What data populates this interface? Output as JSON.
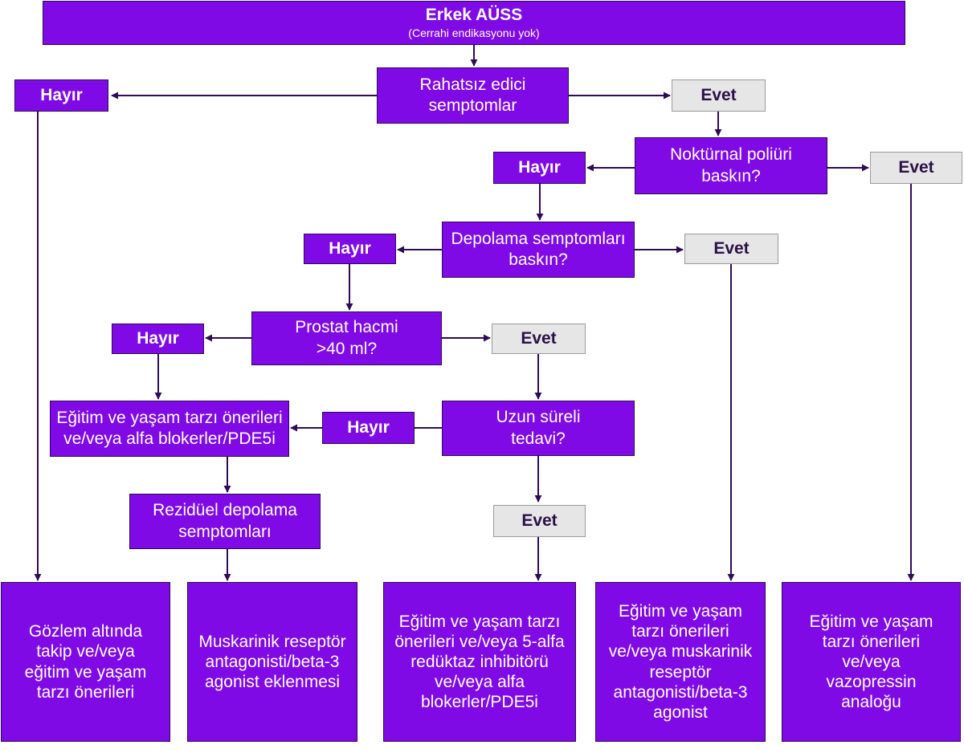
{
  "title": {
    "main": "Erkek AÜSS",
    "sub": "(Cerrahi endikasyonu yok)"
  },
  "questions": {
    "bothersome": "Rahatsız edici semptomlar",
    "nocturnal": "Noktürnal poliüri baskın?",
    "storage": "Depolama semptomları baskın?",
    "prostate": "Prostat hacmi >40 ml?",
    "longterm": "Uzun süreli tedavi?",
    "residual": "Rezidüel depolama semptomları"
  },
  "labels": {
    "no": "Hayır",
    "yes": "Evet"
  },
  "intermediate": {
    "lifestyle_alpha": "Eğitim ve yaşam tarzı önerileri ve/veya alfa blokerler/PDE5i"
  },
  "outcomes": {
    "watchful": "Gözlem altında takip ve/veya eğitim ve yaşam tarzı önerileri",
    "add_antimuscarinic": "Muskarinik reseptör antagonisti/beta-3 agonist eklenmesi",
    "five_alpha": "Eğitim ve yaşam tarzı önerileri ve/veya 5-alfa redüktaz inhibitörü ve/veya alfa blokerler/PDE5i",
    "antimuscarinic": "Eğitim ve yaşam tarzı önerileri ve/veya muskarinik reseptör antagonisti/beta-3 agonist",
    "vasopressin": "Eğitim ve yaşam tarzı önerileri ve/veya vazopressin analoğu"
  },
  "colors": {
    "primary": "#7f0ae6",
    "secondary": "#e6e6e6",
    "line": "#2e0a57"
  }
}
